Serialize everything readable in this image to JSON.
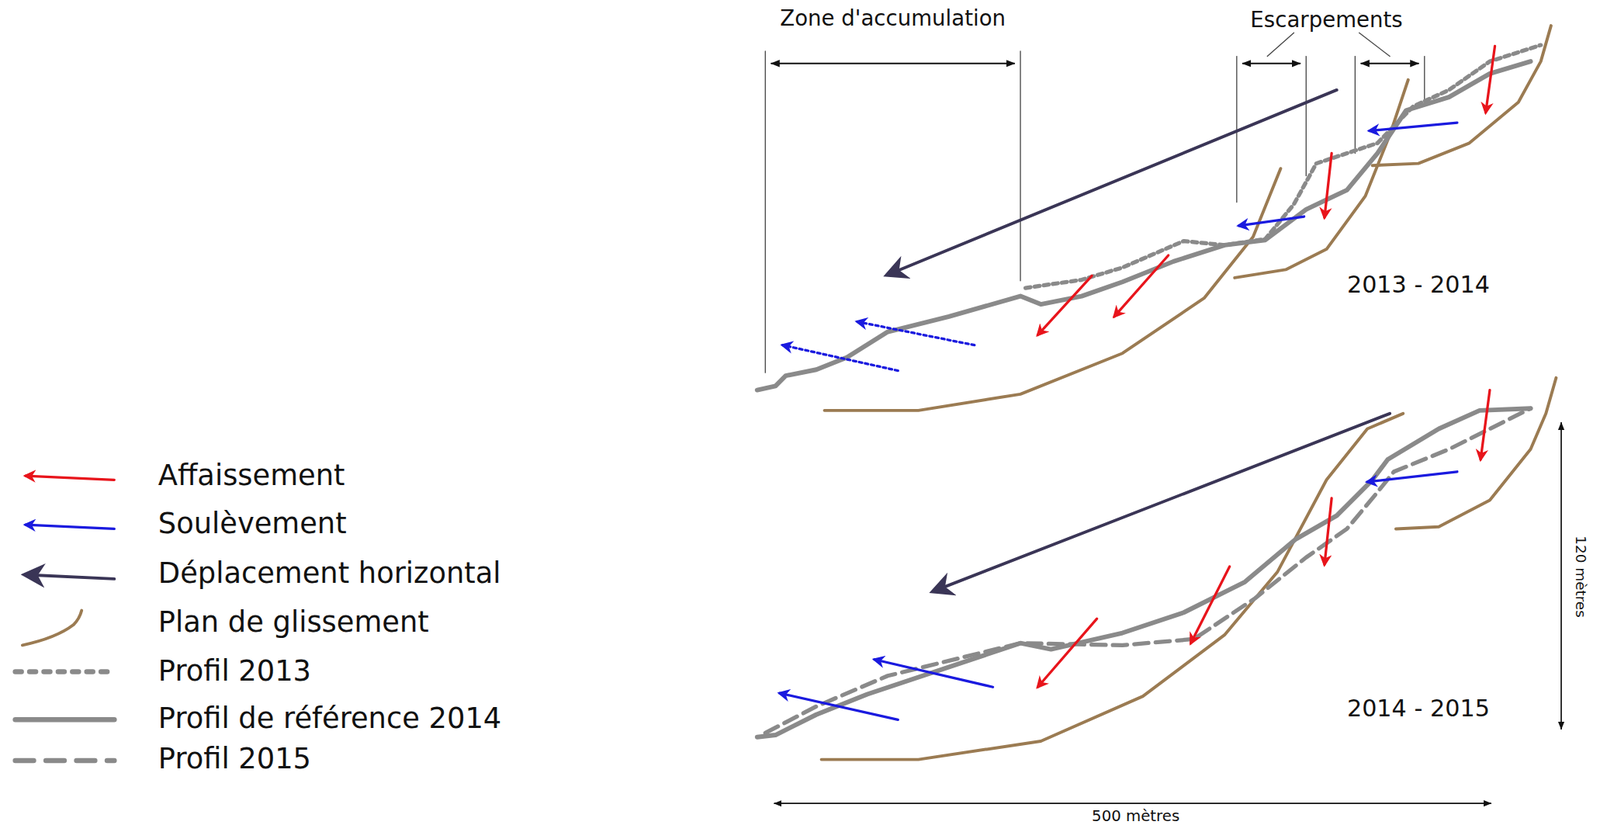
{
  "diagram": {
    "labels": [
      "Zone d'accumulation",
      "Escarpements",
      "2013 - 2014",
      "2014 - 2015",
      "120 mètres",
      "500 mètres"
    ],
    "legend": [
      {
        "text": "Affaissement"
      },
      {
        "text": "Soulèvement"
      },
      {
        "text": "Déplacement horizontal"
      },
      {
        "text": "Plan de glissement"
      },
      {
        "text": "Profil 2013"
      },
      {
        "text": "Profil de référence 2014"
      },
      {
        "text": "Profil 2015"
      }
    ]
  }
}
